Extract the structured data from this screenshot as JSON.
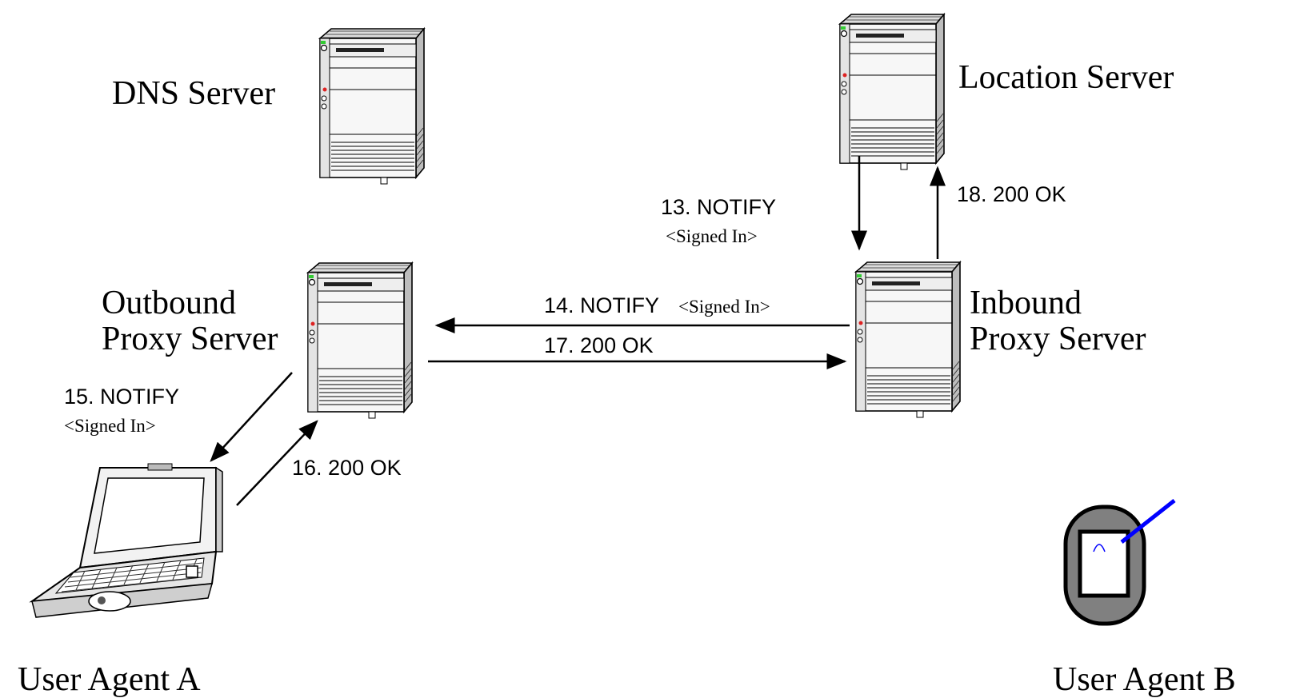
{
  "nodes": {
    "dns_server": "DNS Server",
    "location_server": "Location Server",
    "outbound_proxy": [
      "Outbound",
      "Proxy Server"
    ],
    "inbound_proxy": [
      "Inbound",
      "Proxy Server"
    ],
    "user_agent_a": "User Agent A",
    "user_agent_b": "User Agent B"
  },
  "messages": {
    "m13": {
      "label": "13. NOTIFY",
      "body": "<Signed In>"
    },
    "m14": {
      "label": "14. NOTIFY",
      "body": "<Signed In>"
    },
    "m15": {
      "label": "15. NOTIFY",
      "body": "<Signed In>"
    },
    "m16": {
      "label": "16.  200 OK"
    },
    "m17": {
      "label": "17.  200 OK"
    },
    "m18": {
      "label": "18.  200 OK"
    }
  },
  "colors": {
    "stylus": "#0000ff",
    "pda_body": "#808080",
    "server_led_green": "#33cc33",
    "server_led_red": "#dd2222"
  }
}
